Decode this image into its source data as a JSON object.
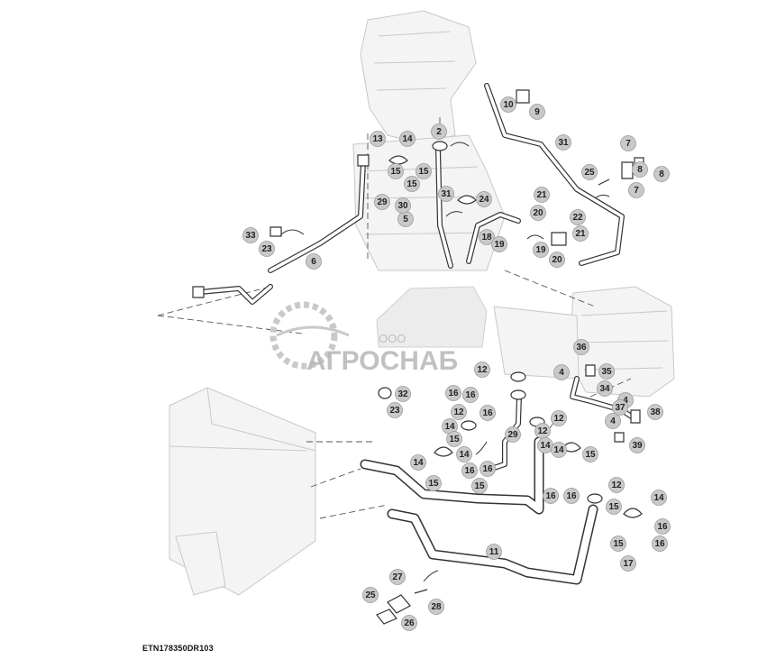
{
  "diagram": {
    "code": "ETN178350DR103",
    "watermark": {
      "prefix": "ООО",
      "name": "АГРОСНАБ"
    },
    "callouts": [
      "2",
      "4",
      "4",
      "4",
      "5",
      "6",
      "7",
      "7",
      "8",
      "8",
      "9",
      "10",
      "11",
      "12",
      "12",
      "12",
      "12",
      "12",
      "13",
      "14",
      "14",
      "14",
      "14",
      "14",
      "14",
      "14",
      "15",
      "15",
      "15",
      "15",
      "15",
      "15",
      "15",
      "15",
      "15",
      "16",
      "16",
      "16",
      "16",
      "16",
      "16",
      "16",
      "16",
      "16",
      "17",
      "18",
      "19",
      "19",
      "20",
      "20",
      "21",
      "21",
      "22",
      "23",
      "23",
      "24",
      "25",
      "25",
      "26",
      "27",
      "28",
      "29",
      "29",
      "30",
      "31",
      "31",
      "32",
      "33",
      "34",
      "35",
      "36",
      "37",
      "38",
      "39"
    ]
  }
}
